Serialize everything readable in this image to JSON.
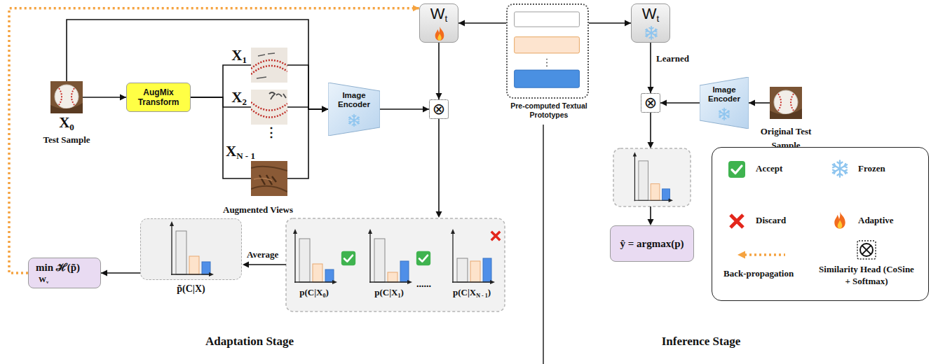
{
  "diagram": {
    "nodes": [
      {
        "text": [
          "X0",
          "Test Sample"
        ]
      },
      {
        "text": [
          "AugMix Transform"
        ]
      },
      {
        "text": [
          "X1"
        ]
      },
      {
        "text": [
          "X2"
        ]
      },
      {
        "text": [
          "XN - 1"
        ]
      },
      {
        "text": [
          "Image Encoder"
        ]
      },
      {
        "text": [
          "Wt"
        ]
      },
      {
        "text": [
          "⊗"
        ]
      },
      {
        "text": [
          "Pre-computed Textual Prototypes"
        ]
      },
      {
        "text": [
          "Wt"
        ]
      },
      {
        "text": [
          "⊗"
        ]
      },
      {
        "text": [
          "Image Encoder"
        ]
      },
      {
        "text": [
          "Original Test Sample"
        ]
      },
      {
        "text": [
          "ŷ = argmax(p)"
        ]
      },
      {
        "text": [
          "p(C|X0)"
        ]
      },
      {
        "text": [
          "p(C|X1)"
        ]
      },
      {
        "text": [
          "p(C|XN - 1)"
        ]
      },
      {
        "text": [
          "p̃(C|X)"
        ]
      },
      {
        "text": [
          "min ℋ(p̃)",
          "Wv"
        ]
      }
    ],
    "edges": [
      {
        "from": 0,
        "to": 1,
        "arrow": "to"
      },
      {
        "from": 1,
        "to": 2,
        "arrow": "none"
      },
      {
        "from": 1,
        "to": 3,
        "arrow": "none"
      },
      {
        "from": 1,
        "to": 4,
        "arrow": "none"
      },
      {
        "from": 0,
        "to": 5,
        "arrow": "to"
      },
      {
        "from": 2,
        "to": 5,
        "arrow": "to"
      },
      {
        "from": 3,
        "to": 5,
        "arrow": "to"
      },
      {
        "from": 4,
        "to": 5,
        "arrow": "to"
      },
      {
        "from": 5,
        "to": 7,
        "arrow": "to"
      },
      {
        "from": 6,
        "to": 7,
        "arrow": "to"
      },
      {
        "from": 8,
        "to": 6,
        "arrow": "to"
      },
      {
        "from": 8,
        "to": 9,
        "arrow": "to"
      },
      {
        "from": 9,
        "to": 10,
        "arrow": "to"
      },
      {
        "from": 11,
        "to": 10,
        "arrow": "to"
      },
      {
        "from": 12,
        "to": 11,
        "arrow": "to"
      },
      {
        "from": 17,
        "to": 18,
        "arrow": "to"
      },
      {
        "from": 18,
        "to": 6,
        "arrow": "to"
      }
    ],
    "labels": [
      "Augmented Views",
      "⋮",
      "Learned",
      "Average",
      "......",
      "Adaptation Stage",
      "Inference Stage"
    ],
    "legend": [
      {
        "text": "Accept"
      },
      {
        "text": "Frozen"
      },
      {
        "text": "Discard"
      },
      {
        "text": "Adaptive"
      },
      {
        "text": "Back-propagation"
      },
      {
        "text": "Similarity Head (CoSine + Softmax)"
      }
    ]
  }
}
